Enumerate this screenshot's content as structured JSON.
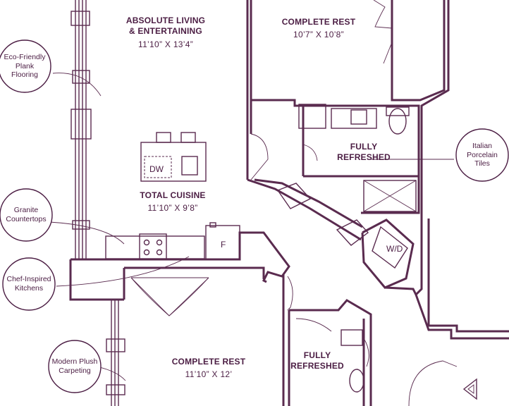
{
  "rooms": {
    "living": {
      "name_line1": "ABSOLUTE LIVING",
      "name_line2": "& ENTERTAINING",
      "dims": "11’10” X 13’4”"
    },
    "bedroom_top": {
      "name": "COMPLETE REST",
      "dims": "10’7” X 10’8”"
    },
    "bath_top": {
      "name_line1": "FULLY",
      "name_line2": "REFRESHED"
    },
    "kitchen": {
      "name": "TOTAL CUISINE",
      "dims": "11’10” X 9’8”"
    },
    "bedroom_bottom": {
      "name": "COMPLETE REST",
      "dims": "11’10” X 12’"
    },
    "bath_bottom": {
      "name_line1": "FULLY",
      "name_line2": "REFRESHED"
    }
  },
  "appliances": {
    "dishwasher": "DW",
    "fridge": "F",
    "washer_dryer": "W/D"
  },
  "callouts": {
    "flooring": "Eco-Friendly\nPlank Flooring",
    "granite": "Granite\nCountertops",
    "kitchens": "Chef-Inspired\nKitchens",
    "carpet": "Modern Plush\nCarpeting",
    "tiles": "Italian\nPorcelain\nTiles"
  },
  "colors": {
    "wall": "#5a2b4f",
    "text": "#4b1d43",
    "background": "#ffffff"
  }
}
